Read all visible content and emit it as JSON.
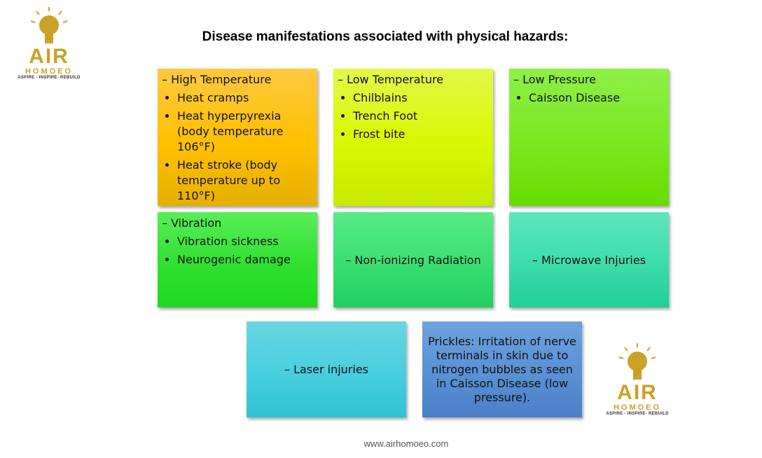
{
  "title": "Disease manifestations associated with physical hazards:",
  "logo": {
    "air": "AIR",
    "homoeo": "HOMOEO",
    "tagline": "ASPIRE - INSPIRE- REBUILD"
  },
  "boxes": [
    {
      "heading": "– High Temperature",
      "items": [
        "Heat cramps",
        "Heat hyperpyrexia (body temperature 106°F)",
        "Heat stroke (body temperature up to 110°F)"
      ]
    },
    {
      "heading": "– Low Temperature",
      "items": [
        "Chilblains",
        "Trench Foot",
        "Frost bite"
      ]
    },
    {
      "heading": "– Low Pressure",
      "items": [
        "Caisson Disease"
      ]
    },
    {
      "heading": "– Vibration",
      "items": [
        "Vibration sickness",
        "Neurogenic damage"
      ]
    },
    {
      "heading": "– Non-ionizing Radiation"
    },
    {
      "heading": "– Microwave Injuries"
    },
    {
      "heading": "– Laser injuries"
    },
    {
      "heading": "Prickles: Irritation of nerve terminals in skin due to nitrogen bubbles as seen in Caisson Disease (low pressure)."
    }
  ],
  "footer": "www.airhomoeo.com"
}
